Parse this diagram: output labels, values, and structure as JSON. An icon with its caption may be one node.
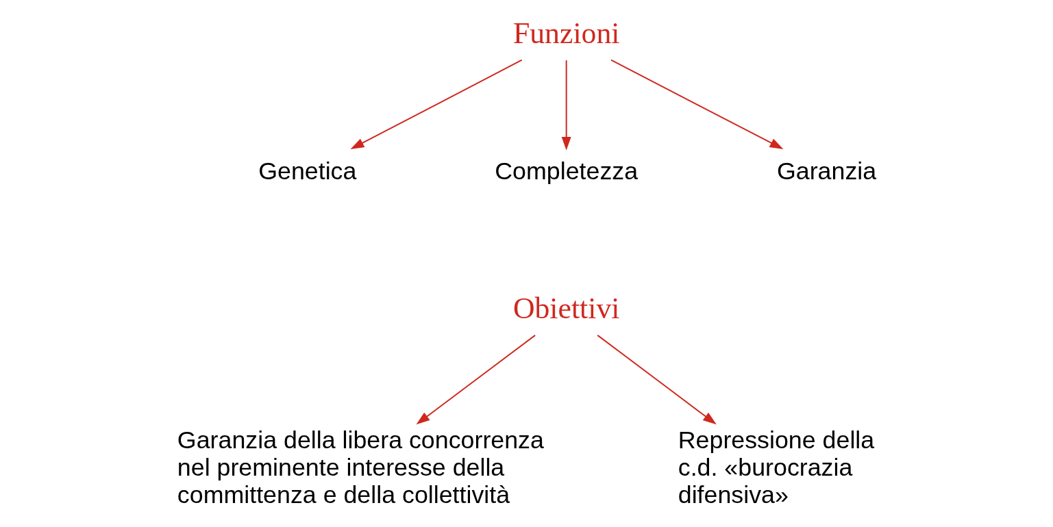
{
  "diagram": {
    "nodes": [
      {
        "text": [
          "Funzioni"
        ]
      },
      {
        "text": [
          "Genetica"
        ]
      },
      {
        "text": [
          "Completezza"
        ]
      },
      {
        "text": [
          "Garanzia"
        ]
      },
      {
        "text": [
          "Obiettivi"
        ]
      },
      {
        "text": [
          "Garanzia della libera concorrenza nel preminente interesse della committenza e della collettività"
        ]
      },
      {
        "text": [
          "Repressione della c.d. «burocrazia difensiva»"
        ]
      }
    ],
    "edges": [
      {
        "from": 0,
        "to": 1,
        "arrow": "to"
      },
      {
        "from": 0,
        "to": 2,
        "arrow": "to"
      },
      {
        "from": 0,
        "to": 3,
        "arrow": "to"
      },
      {
        "from": 4,
        "to": 5,
        "arrow": "to"
      },
      {
        "from": 4,
        "to": 6,
        "arrow": "to"
      }
    ]
  }
}
